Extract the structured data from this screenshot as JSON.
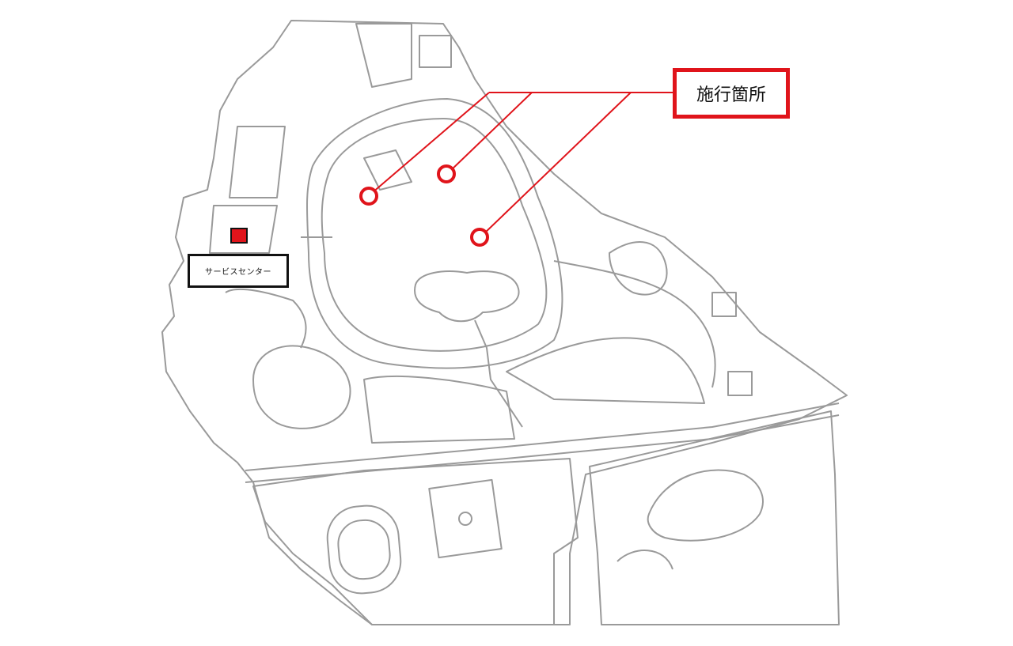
{
  "labels": {
    "construction_sites": "施行箇所",
    "service_center": "サービスセンター"
  },
  "colors": {
    "marker": "#e0141b",
    "map_lines": "#9a9a9a",
    "label_border": "#111111"
  },
  "markers": {
    "site_count": 3,
    "service_center_icon": "red-square-icon"
  }
}
